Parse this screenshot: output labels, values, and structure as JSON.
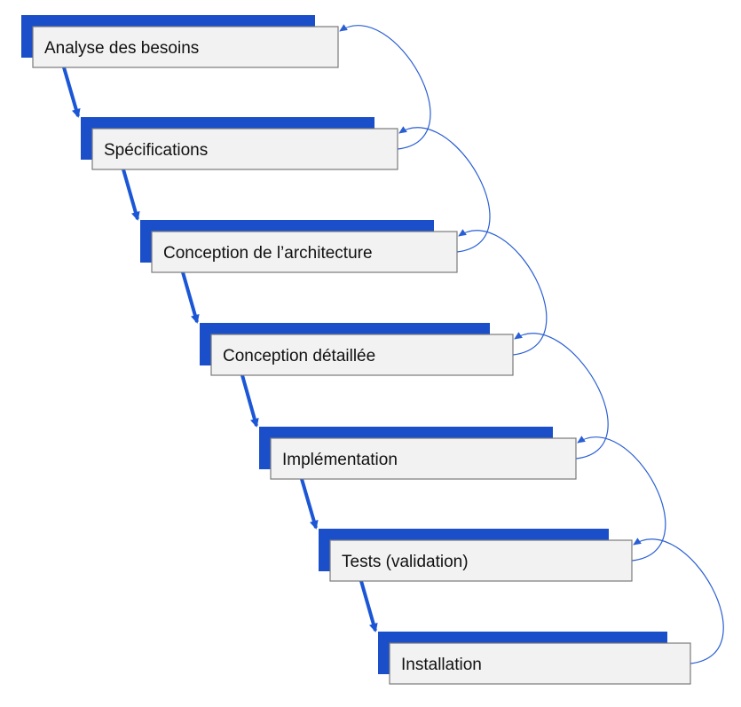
{
  "diagram": {
    "type": "waterfall",
    "steps": [
      {
        "label": "Analyse des besoins"
      },
      {
        "label": "Spécifications"
      },
      {
        "label": "Conception de l’architecture"
      },
      {
        "label": "Conception détaillée"
      },
      {
        "label": "Implémentation"
      },
      {
        "label": "Tests (validation)"
      },
      {
        "label": "Installation"
      }
    ],
    "colors": {
      "box_fill": "#f2f2f2",
      "box_border": "#7a7a7a",
      "accent": "#1a4fc9",
      "forward_arrow": "#1a56d6",
      "feedback_arrow": "#2a5fd3",
      "text": "#111111"
    }
  }
}
